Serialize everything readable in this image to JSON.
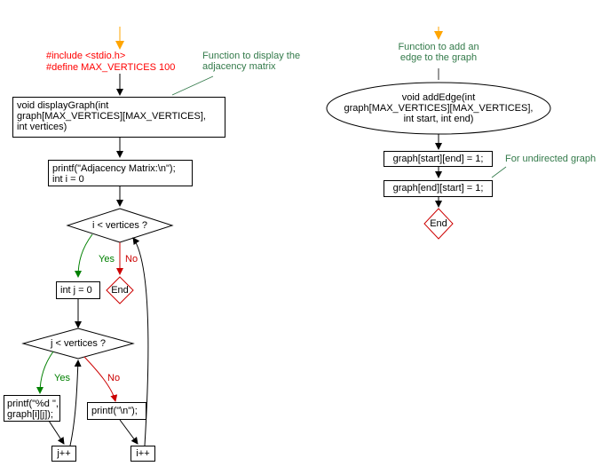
{
  "left": {
    "include_line": "#include <stdio.h>",
    "define_line": "#define MAX_VERTICES 100",
    "note_display": "Function to display the\nadjacency matrix",
    "func_signature": "void displayGraph(int\ngraph[MAX_VERTICES][MAX_VERTICES],\nint vertices)",
    "init_block": "printf(\"Adjacency Matrix:\\n\");\nint i = 0",
    "cond_outer": "i < vertices ?",
    "yes_outer": "Yes",
    "no_outer": "No",
    "end_outer": "End",
    "init_j": "int j = 0",
    "cond_inner": "j < vertices ?",
    "yes_inner": "Yes",
    "no_inner": "No",
    "print_cell": "printf(\"%d \",\ngraph[i][j]);",
    "print_newline": "printf(\"\\n\");",
    "inc_j": "j++",
    "inc_i": "i++"
  },
  "right": {
    "note_add": "Function to add an\nedge to the graph",
    "func_signature": "void addEdge(int\ngraph[MAX_VERTICES][MAX_VERTICES],\nint start, int end)",
    "stmt1": "graph[start][end] = 1;",
    "stmt2": "graph[end][start] = 1;",
    "note_undirected": "For undirected graph",
    "end_label": "End"
  },
  "colors": {
    "start_arrow": "#ffa500",
    "code_red": "#ff0000",
    "note_green": "#337a4a",
    "yes_green": "#008000",
    "no_red": "#cc0000",
    "end_border": "#cc0000"
  }
}
